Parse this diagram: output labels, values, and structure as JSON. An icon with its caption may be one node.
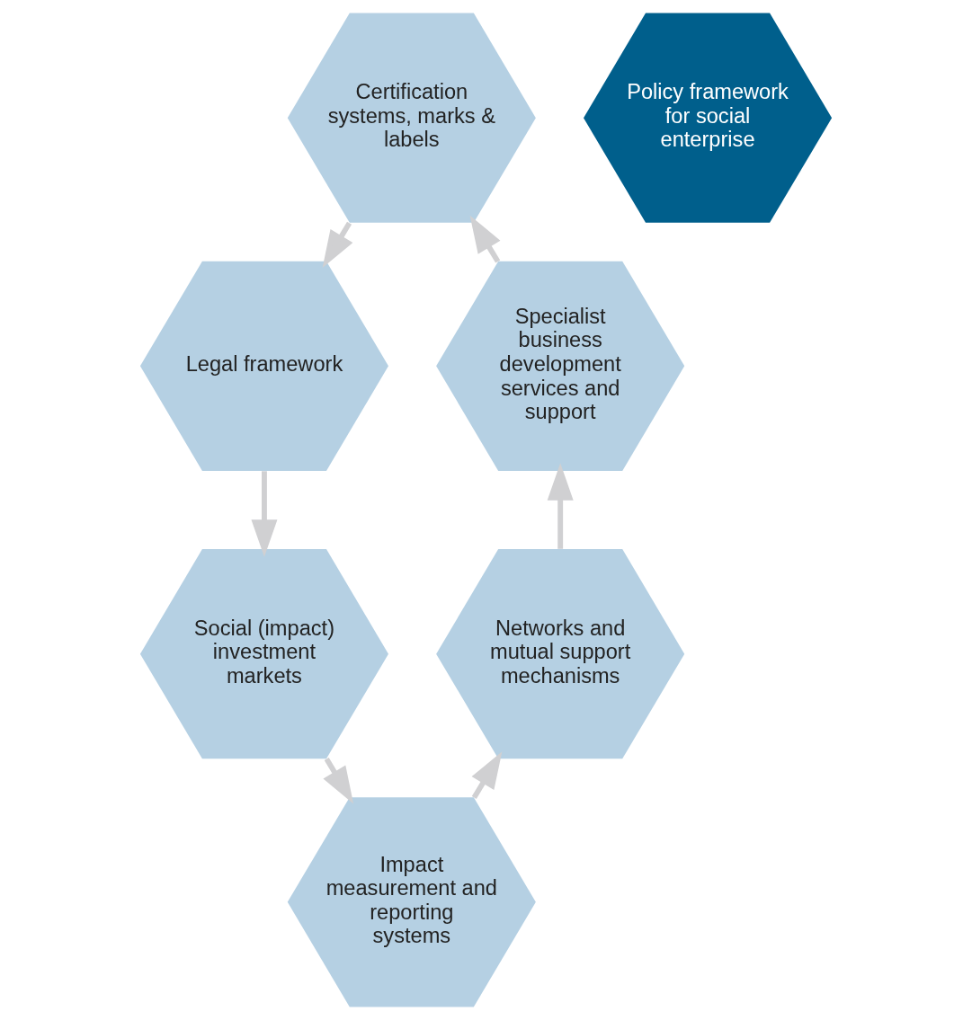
{
  "diagram": {
    "nodes": [
      {
        "text": [
          "Certification systems, marks & labels"
        ]
      },
      {
        "text": [
          "Specialist business development services and support"
        ]
      },
      {
        "text": [
          "Legal framework"
        ]
      },
      {
        "text": [
          "Policy framework for social enterprise"
        ]
      },
      {
        "text": [
          "Networks and mutual support mechanisms"
        ]
      },
      {
        "text": [
          "Social (impact) investment markets"
        ]
      },
      {
        "text": [
          "Impact measurement and reporting systems"
        ]
      }
    ],
    "edges": [
      {
        "from": 0,
        "to": 2,
        "arrow": "to"
      },
      {
        "from": 2,
        "to": 5,
        "arrow": "to"
      },
      {
        "from": 5,
        "to": 6,
        "arrow": "to"
      },
      {
        "from": 6,
        "to": 4,
        "arrow": "to"
      },
      {
        "from": 4,
        "to": 1,
        "arrow": "to"
      },
      {
        "from": 1,
        "to": 0,
        "arrow": "to"
      }
    ]
  }
}
